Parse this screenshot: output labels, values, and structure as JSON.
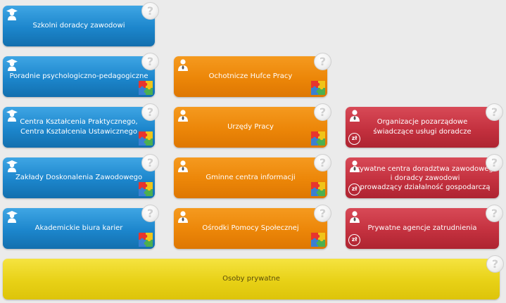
{
  "tiles": [
    {
      "id": "szkolni-doradcy",
      "color": "blue",
      "lines": [
        "Szkolni doradcy zawodowi"
      ],
      "person_icon": "graduate-person-icon",
      "help": "?"
    },
    {
      "id": "poradnie",
      "color": "blue",
      "lines": [
        "Poradnie psychologiczno-pedagogiczne"
      ],
      "person_icon": "graduate-person-icon",
      "puzzle_icon": true,
      "help": "?"
    },
    {
      "id": "centra-ksztalcenia",
      "color": "blue",
      "lines": [
        "Centra Kształcenia Praktycznego,",
        "Centra Kształcenia Ustawicznego"
      ],
      "person_icon": "graduate-person-icon",
      "puzzle_icon": true,
      "help": "?"
    },
    {
      "id": "zaklady-doskonalenia",
      "color": "blue",
      "lines": [
        "Zakłady Doskonalenia Zawodowego"
      ],
      "person_icon": "graduate-person-icon",
      "puzzle_icon": true,
      "help": "?"
    },
    {
      "id": "akademickie-biura",
      "color": "blue",
      "lines": [
        "Akademickie biura karier"
      ],
      "person_icon": "graduate-person-icon",
      "puzzle_icon": true,
      "help": "?"
    },
    {
      "id": "ohp",
      "color": "orange",
      "lines": [
        "Ochotnicze Hufce Pracy"
      ],
      "person_icon": "business-person-icon",
      "puzzle_icon": true,
      "help": "?"
    },
    {
      "id": "urzedy-pracy",
      "color": "orange",
      "lines": [
        "Urzędy Pracy"
      ],
      "person_icon": "business-person-icon",
      "puzzle_icon": true,
      "help": "?"
    },
    {
      "id": "gminne-centra",
      "color": "orange",
      "lines": [
        "Gminne centra informacji"
      ],
      "person_icon": "business-person-icon",
      "puzzle_icon": true,
      "help": "?"
    },
    {
      "id": "ops",
      "color": "orange",
      "lines": [
        "Ośrodki Pomocy Społecznej"
      ],
      "person_icon": "business-person-icon",
      "puzzle_icon": true,
      "help": "?"
    },
    {
      "id": "organizacje-pozarzadowe",
      "color": "red",
      "lines": [
        "Organizacje pozarządowe",
        "świadczące usługi doradcze"
      ],
      "person_icon": "business-person-icon",
      "zl_badge": "zł",
      "help": "?"
    },
    {
      "id": "prywatne-centra",
      "color": "red",
      "lines": [
        "Prywatne centra doradztwa zawodowego",
        "i doradcy zawodowi",
        "prowadzący działalność gospodarczą"
      ],
      "person_icon": "business-person-icon",
      "zl_badge": "zł",
      "help": "?"
    },
    {
      "id": "prywatne-agencje",
      "color": "red",
      "lines": [
        "Prywatne agencje zatrudnienia"
      ],
      "person_icon": "business-person-icon",
      "zl_badge": "zł",
      "help": "?"
    },
    {
      "id": "osoby-prywatne",
      "color": "yellow",
      "lines": [
        "Osoby prywatne"
      ],
      "help": "?"
    }
  ],
  "colors": {
    "blue": "#1c86cc",
    "orange": "#ec8608",
    "red": "#c4313f",
    "yellow": "#e8d116"
  }
}
